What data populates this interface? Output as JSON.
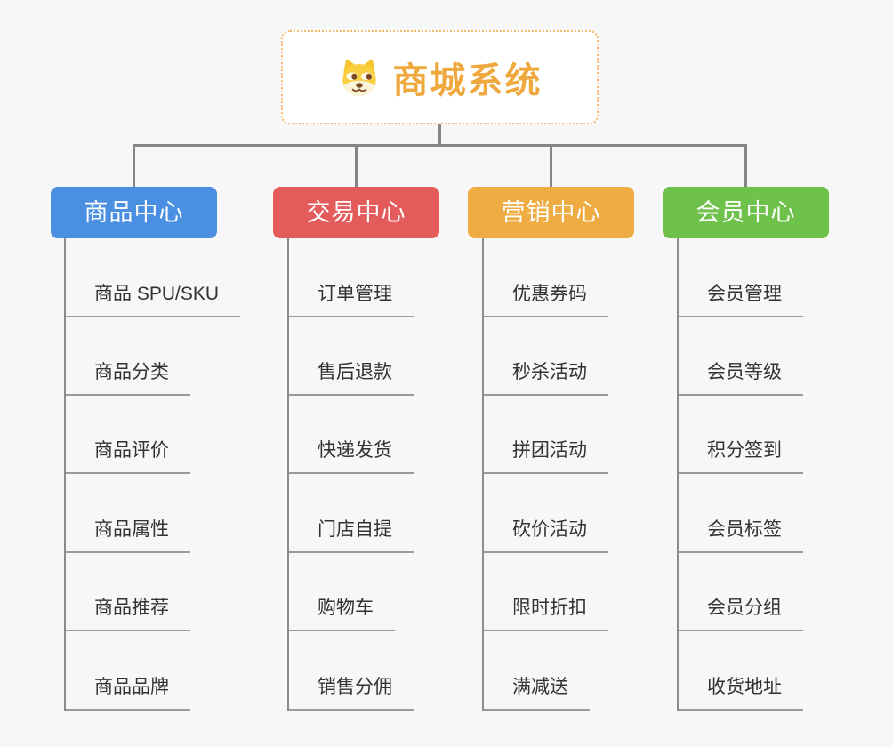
{
  "root": {
    "title": "商城系统",
    "icon": "dog-face-icon"
  },
  "branches": [
    {
      "id": "product-center",
      "label": "商品中心",
      "color": "#4A8FE2",
      "items": [
        "商品 SPU/SKU",
        "商品分类",
        "商品评价",
        "商品属性",
        "商品推荐",
        "商品品牌"
      ]
    },
    {
      "id": "trade-center",
      "label": "交易中心",
      "color": "#E45B5B",
      "items": [
        "订单管理",
        "售后退款",
        "快递发货",
        "门店自提",
        "购物车",
        "销售分佣"
      ]
    },
    {
      "id": "marketing-center",
      "label": "营销中心",
      "color": "#EFAC42",
      "items": [
        "优惠券码",
        "秒杀活动",
        "拼团活动",
        "砍价活动",
        "限时折扣",
        "满减送"
      ]
    },
    {
      "id": "member-center",
      "label": "会员中心",
      "color": "#6EC14A",
      "items": [
        "会员管理",
        "会员等级",
        "积分签到",
        "会员标签",
        "会员分组",
        "收货地址"
      ]
    }
  ],
  "palette": {
    "background": "#F7F7F7",
    "connector": "#858585",
    "root_border": "#F6BB6B",
    "root_text": "#EFA83E",
    "header_text": "#FFFFFF",
    "leaf_text": "#333333",
    "leaf_underline": "#9A9A9A"
  }
}
